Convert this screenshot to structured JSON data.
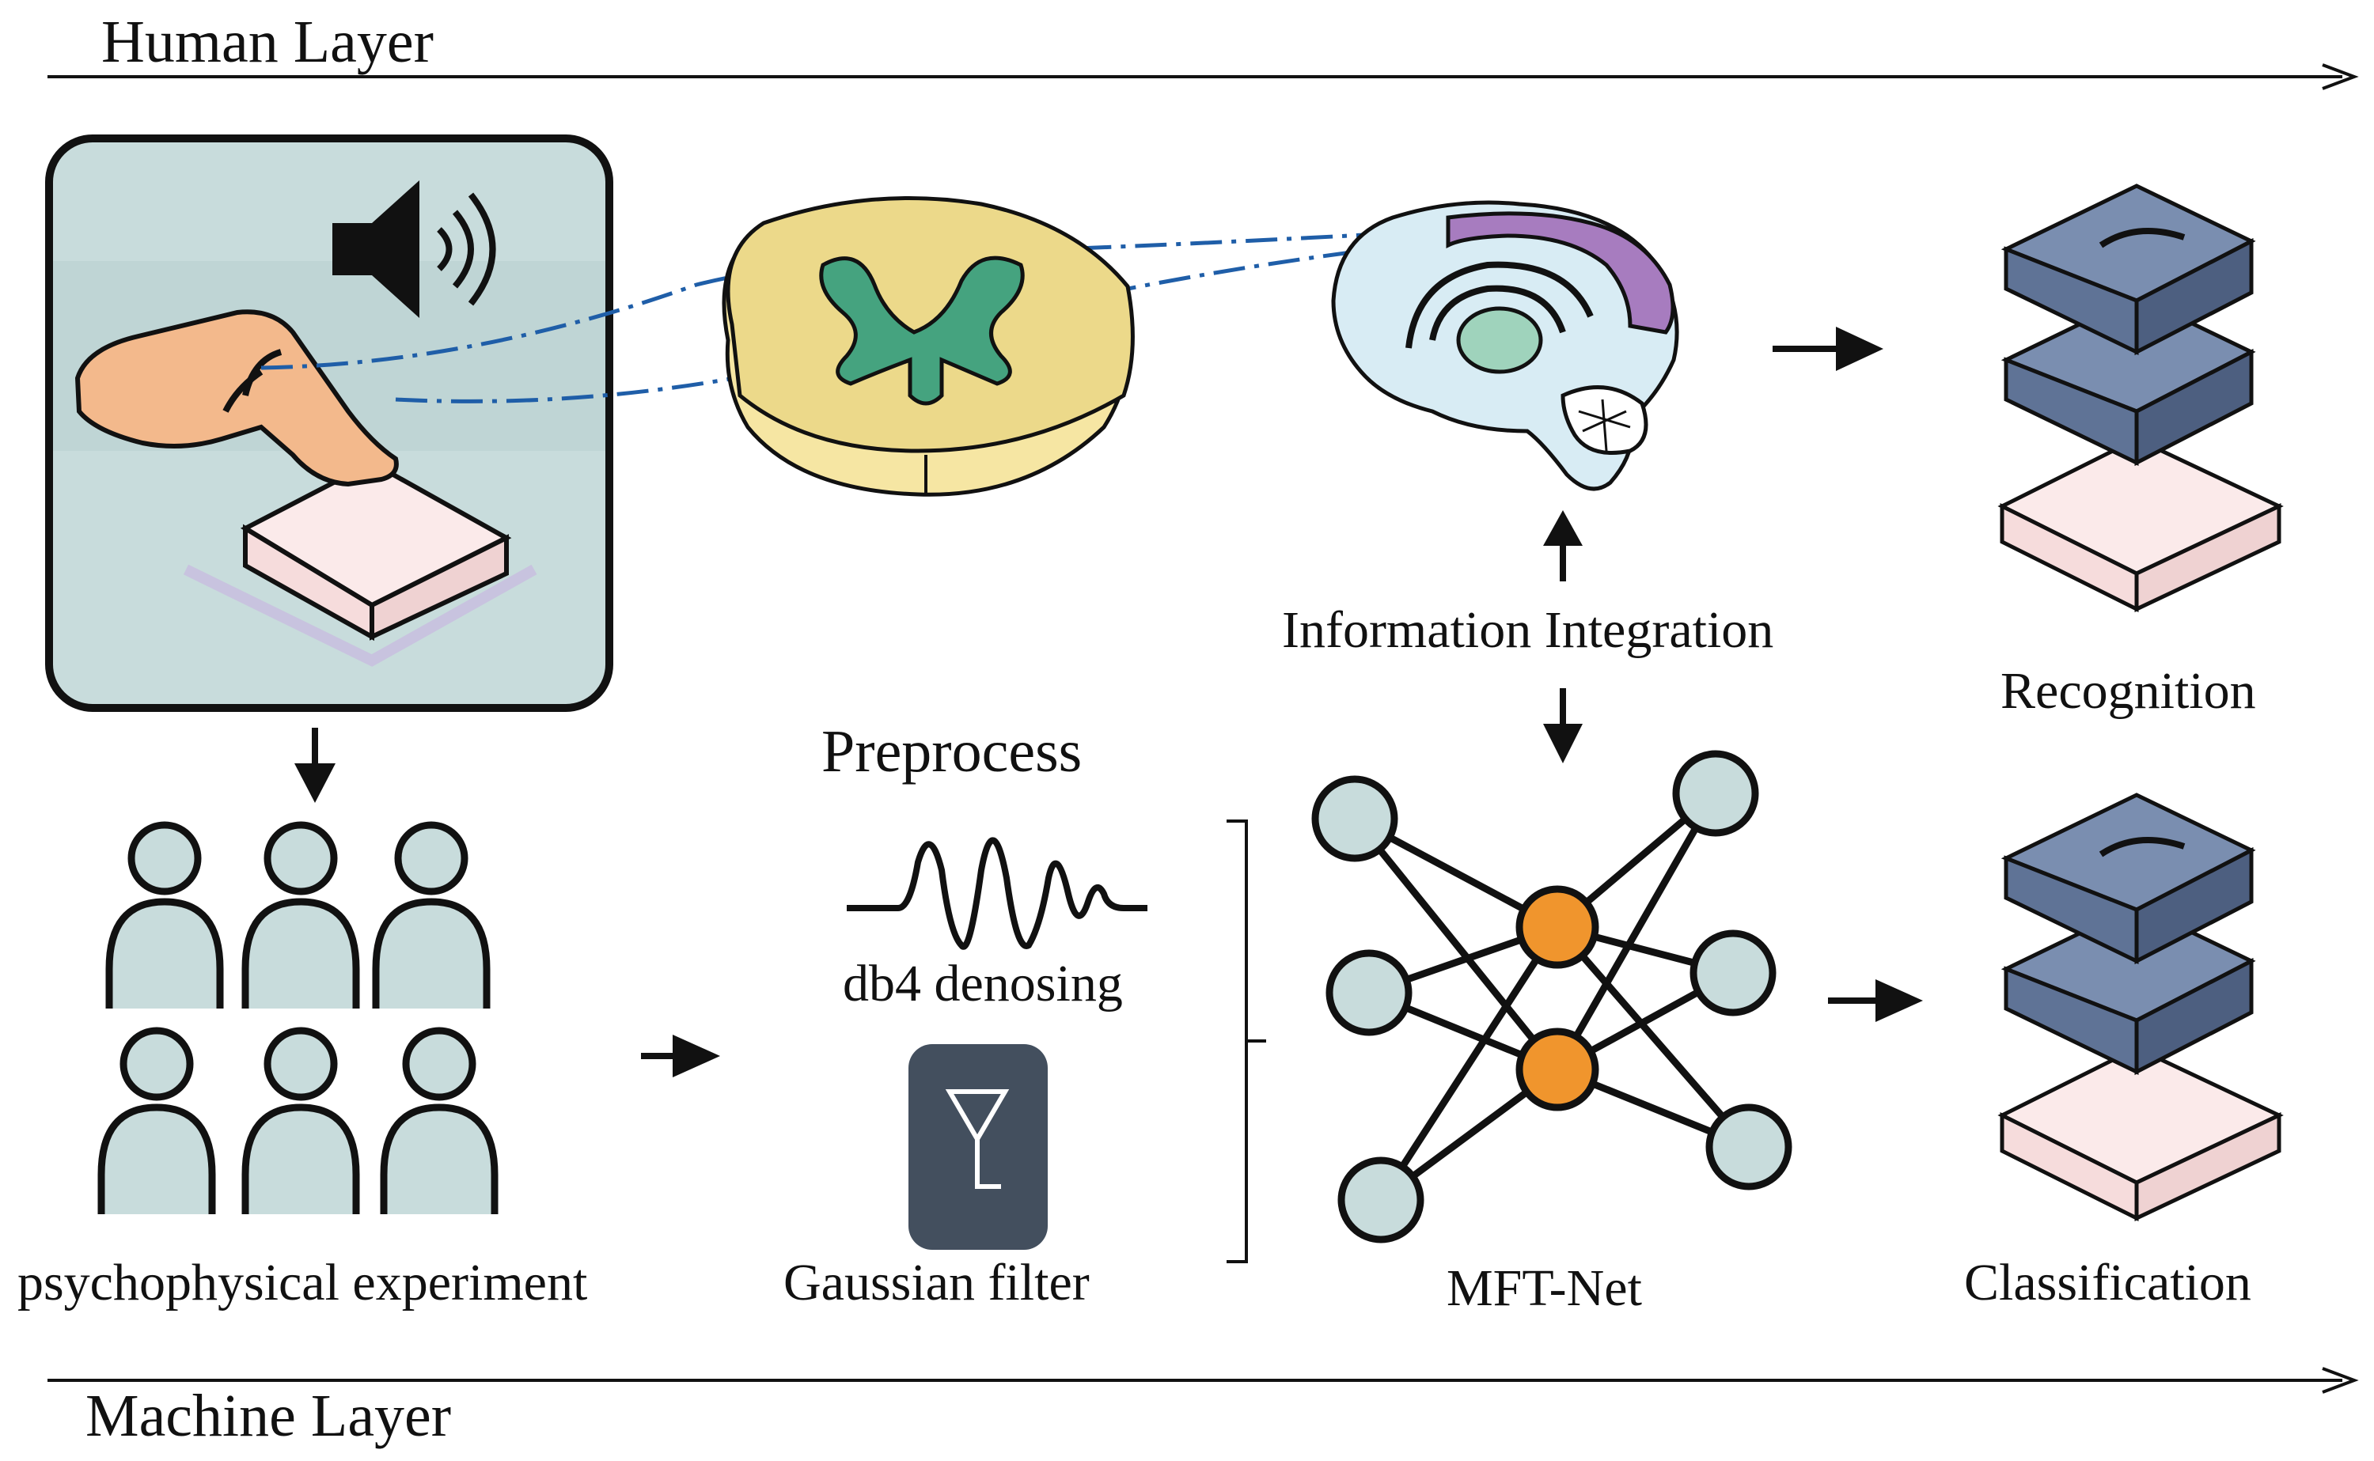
{
  "layers": {
    "human": "Human Layer",
    "machine": "Machine Layer"
  },
  "labels": {
    "psychophysical": "psychophysical experiment",
    "preprocess": "Preprocess",
    "db4": "db4 denosing",
    "gaussian": "Gaussian filter",
    "info_integration": "Information Integration",
    "mftnet": "MFT-Net",
    "recognition": "Recognition",
    "classification": "Classification"
  },
  "icons": {
    "speaker": "speaker-icon",
    "hand": "finger-press-icon",
    "spinal_cord": "spinal-cord-icon",
    "brain": "brain-icon",
    "participants": "person-icon",
    "wave": "wavelet-icon",
    "filter": "filter-icon",
    "network": "neural-network-icon",
    "stack": "layer-stack-icon"
  },
  "colors": {
    "panel_bg": "#c8dcdc",
    "node_fill": "#c8dcdc",
    "hidden_node": "#f0952d",
    "cord_outer": "#ecd98a",
    "cord_inner": "#45a37f",
    "brain_fill": "#d8ecf4",
    "brain_highlight": "#a77cbf",
    "thalamus": "#9fd3bc",
    "stack_dark": "#5f7396",
    "stack_base": "#fbeaea",
    "filter_bg": "#434f5e"
  }
}
